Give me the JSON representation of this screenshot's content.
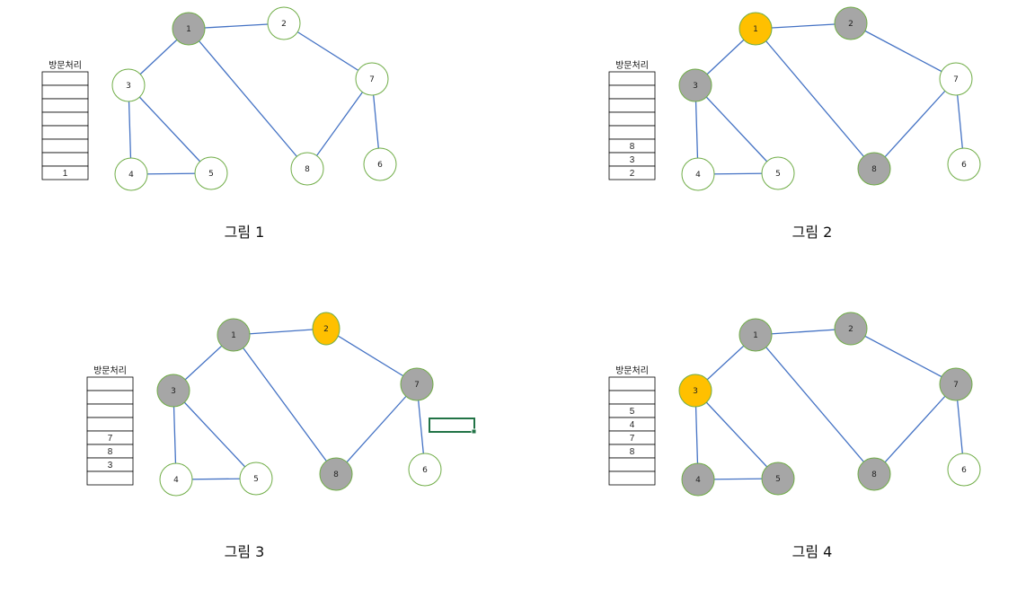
{
  "colors": {
    "edge": "#4472c4",
    "node_stroke": "#70ad47",
    "unvisited": "#ffffff",
    "visited": "#a6a6a6",
    "current": "#ffc000",
    "selection_box": "#217346"
  },
  "panels": [
    {
      "caption": "그림 1",
      "stack_title": "방문처리",
      "stack": [
        "",
        "",
        "",
        "",
        "",
        "",
        "",
        "1"
      ],
      "nodes": [
        {
          "id": "1",
          "state": "visited"
        },
        {
          "id": "2",
          "state": "unvisited"
        },
        {
          "id": "3",
          "state": "unvisited"
        },
        {
          "id": "4",
          "state": "unvisited"
        },
        {
          "id": "5",
          "state": "unvisited"
        },
        {
          "id": "6",
          "state": "unvisited"
        },
        {
          "id": "7",
          "state": "unvisited"
        },
        {
          "id": "8",
          "state": "unvisited"
        }
      ]
    },
    {
      "caption": "그림 2",
      "stack_title": "방문처리",
      "stack": [
        "",
        "",
        "",
        "",
        "",
        "8",
        "3",
        "2"
      ],
      "nodes": [
        {
          "id": "1",
          "state": "current"
        },
        {
          "id": "2",
          "state": "visited"
        },
        {
          "id": "3",
          "state": "visited"
        },
        {
          "id": "4",
          "state": "unvisited"
        },
        {
          "id": "5",
          "state": "unvisited"
        },
        {
          "id": "6",
          "state": "unvisited"
        },
        {
          "id": "7",
          "state": "unvisited"
        },
        {
          "id": "8",
          "state": "visited"
        }
      ]
    },
    {
      "caption": "그림 3",
      "stack_title": "방문처리",
      "stack": [
        "",
        "",
        "",
        "",
        "7",
        "8",
        "3",
        ""
      ],
      "nodes": [
        {
          "id": "1",
          "state": "visited"
        },
        {
          "id": "2",
          "state": "current"
        },
        {
          "id": "3",
          "state": "visited"
        },
        {
          "id": "4",
          "state": "unvisited"
        },
        {
          "id": "5",
          "state": "unvisited"
        },
        {
          "id": "6",
          "state": "unvisited"
        },
        {
          "id": "7",
          "state": "visited"
        },
        {
          "id": "8",
          "state": "visited"
        }
      ]
    },
    {
      "caption": "그림 4",
      "stack_title": "방문처리",
      "stack": [
        "",
        "",
        "5",
        "4",
        "7",
        "8",
        "",
        ""
      ],
      "nodes": [
        {
          "id": "1",
          "state": "visited"
        },
        {
          "id": "2",
          "state": "visited"
        },
        {
          "id": "3",
          "state": "current"
        },
        {
          "id": "4",
          "state": "visited"
        },
        {
          "id": "5",
          "state": "visited"
        },
        {
          "id": "6",
          "state": "unvisited"
        },
        {
          "id": "7",
          "state": "visited"
        },
        {
          "id": "8",
          "state": "visited"
        }
      ]
    }
  ],
  "edges": [
    [
      "1",
      "2"
    ],
    [
      "1",
      "3"
    ],
    [
      "1",
      "8"
    ],
    [
      "2",
      "7"
    ],
    [
      "3",
      "4"
    ],
    [
      "3",
      "5"
    ],
    [
      "4",
      "5"
    ],
    [
      "7",
      "8"
    ],
    [
      "7",
      "6"
    ]
  ]
}
